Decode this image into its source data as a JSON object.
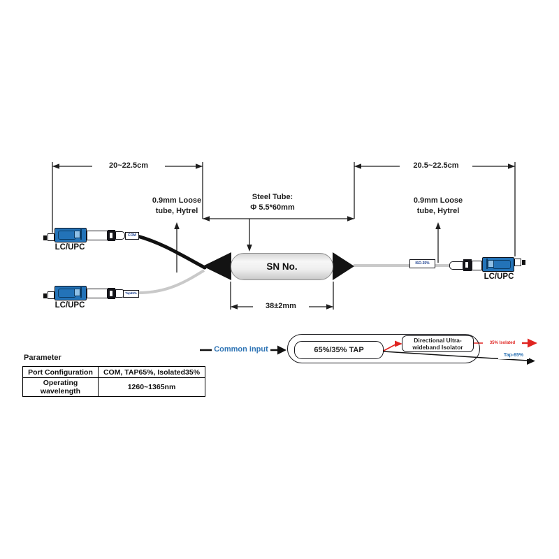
{
  "dimensions": {
    "left_span": "20~22.5cm",
    "right_span": "20.5~22.5cm",
    "tube_length": "38±2mm",
    "steel_tube_line1": "Steel Tube:",
    "steel_tube_line2": "Φ 5.5*60mm"
  },
  "labels": {
    "loose_tube_line1": "0.9mm Loose",
    "loose_tube_line2": "tube, Hytrel",
    "sn": "SN No.",
    "connector_type": "LC/UPC",
    "port_com": "COM",
    "port_tap": "Tap65%",
    "port_iso": "ISO-35%"
  },
  "schematic": {
    "input": "Common input",
    "tap_box": "65%/35% TAP",
    "isolator_line1": "Directional Ultra-",
    "isolator_line2": "wideband Isolator",
    "out_isolated": "35% Isolated",
    "out_tap": "Tap-65%"
  },
  "table": {
    "title": "Parameter",
    "rows": [
      {
        "name": "Port Configuration",
        "value": "COM, TAP65%, Isolated35%"
      },
      {
        "name": "Operating wavelength",
        "value": "1260~1365nm"
      }
    ]
  },
  "colors": {
    "text_blue": "#2e74b5",
    "arrow_red": "#e02420",
    "connector_blue": "#2373b8",
    "line_dark": "#1f1f1f"
  }
}
